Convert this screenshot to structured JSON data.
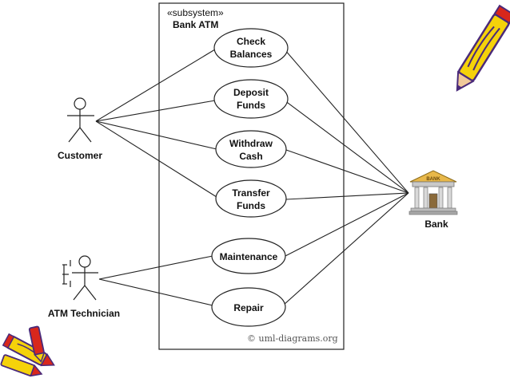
{
  "subsystem": {
    "stereotype": "«subsystem»",
    "name": "Bank ATM"
  },
  "actors": {
    "customer": "Customer",
    "technician": "ATM Technician",
    "bank": "Bank",
    "bank_sign": "BANK"
  },
  "use_cases": {
    "check_balances": [
      "Check",
      "Balances"
    ],
    "deposit_funds": [
      "Deposit",
      "Funds"
    ],
    "withdraw_cash": [
      "Withdraw",
      "Cash"
    ],
    "transfer_funds": [
      "Transfer",
      "Funds"
    ],
    "maintenance": [
      "Maintenance"
    ],
    "repair": [
      "Repair"
    ]
  },
  "credit": "© uml-diagrams.org",
  "colors": {
    "line": "#222222",
    "pencil_yellow": "#f5d20a",
    "pencil_red": "#d8271c",
    "pencil_purple": "#4a2a7a",
    "bank_gold": "#e8b84a"
  }
}
